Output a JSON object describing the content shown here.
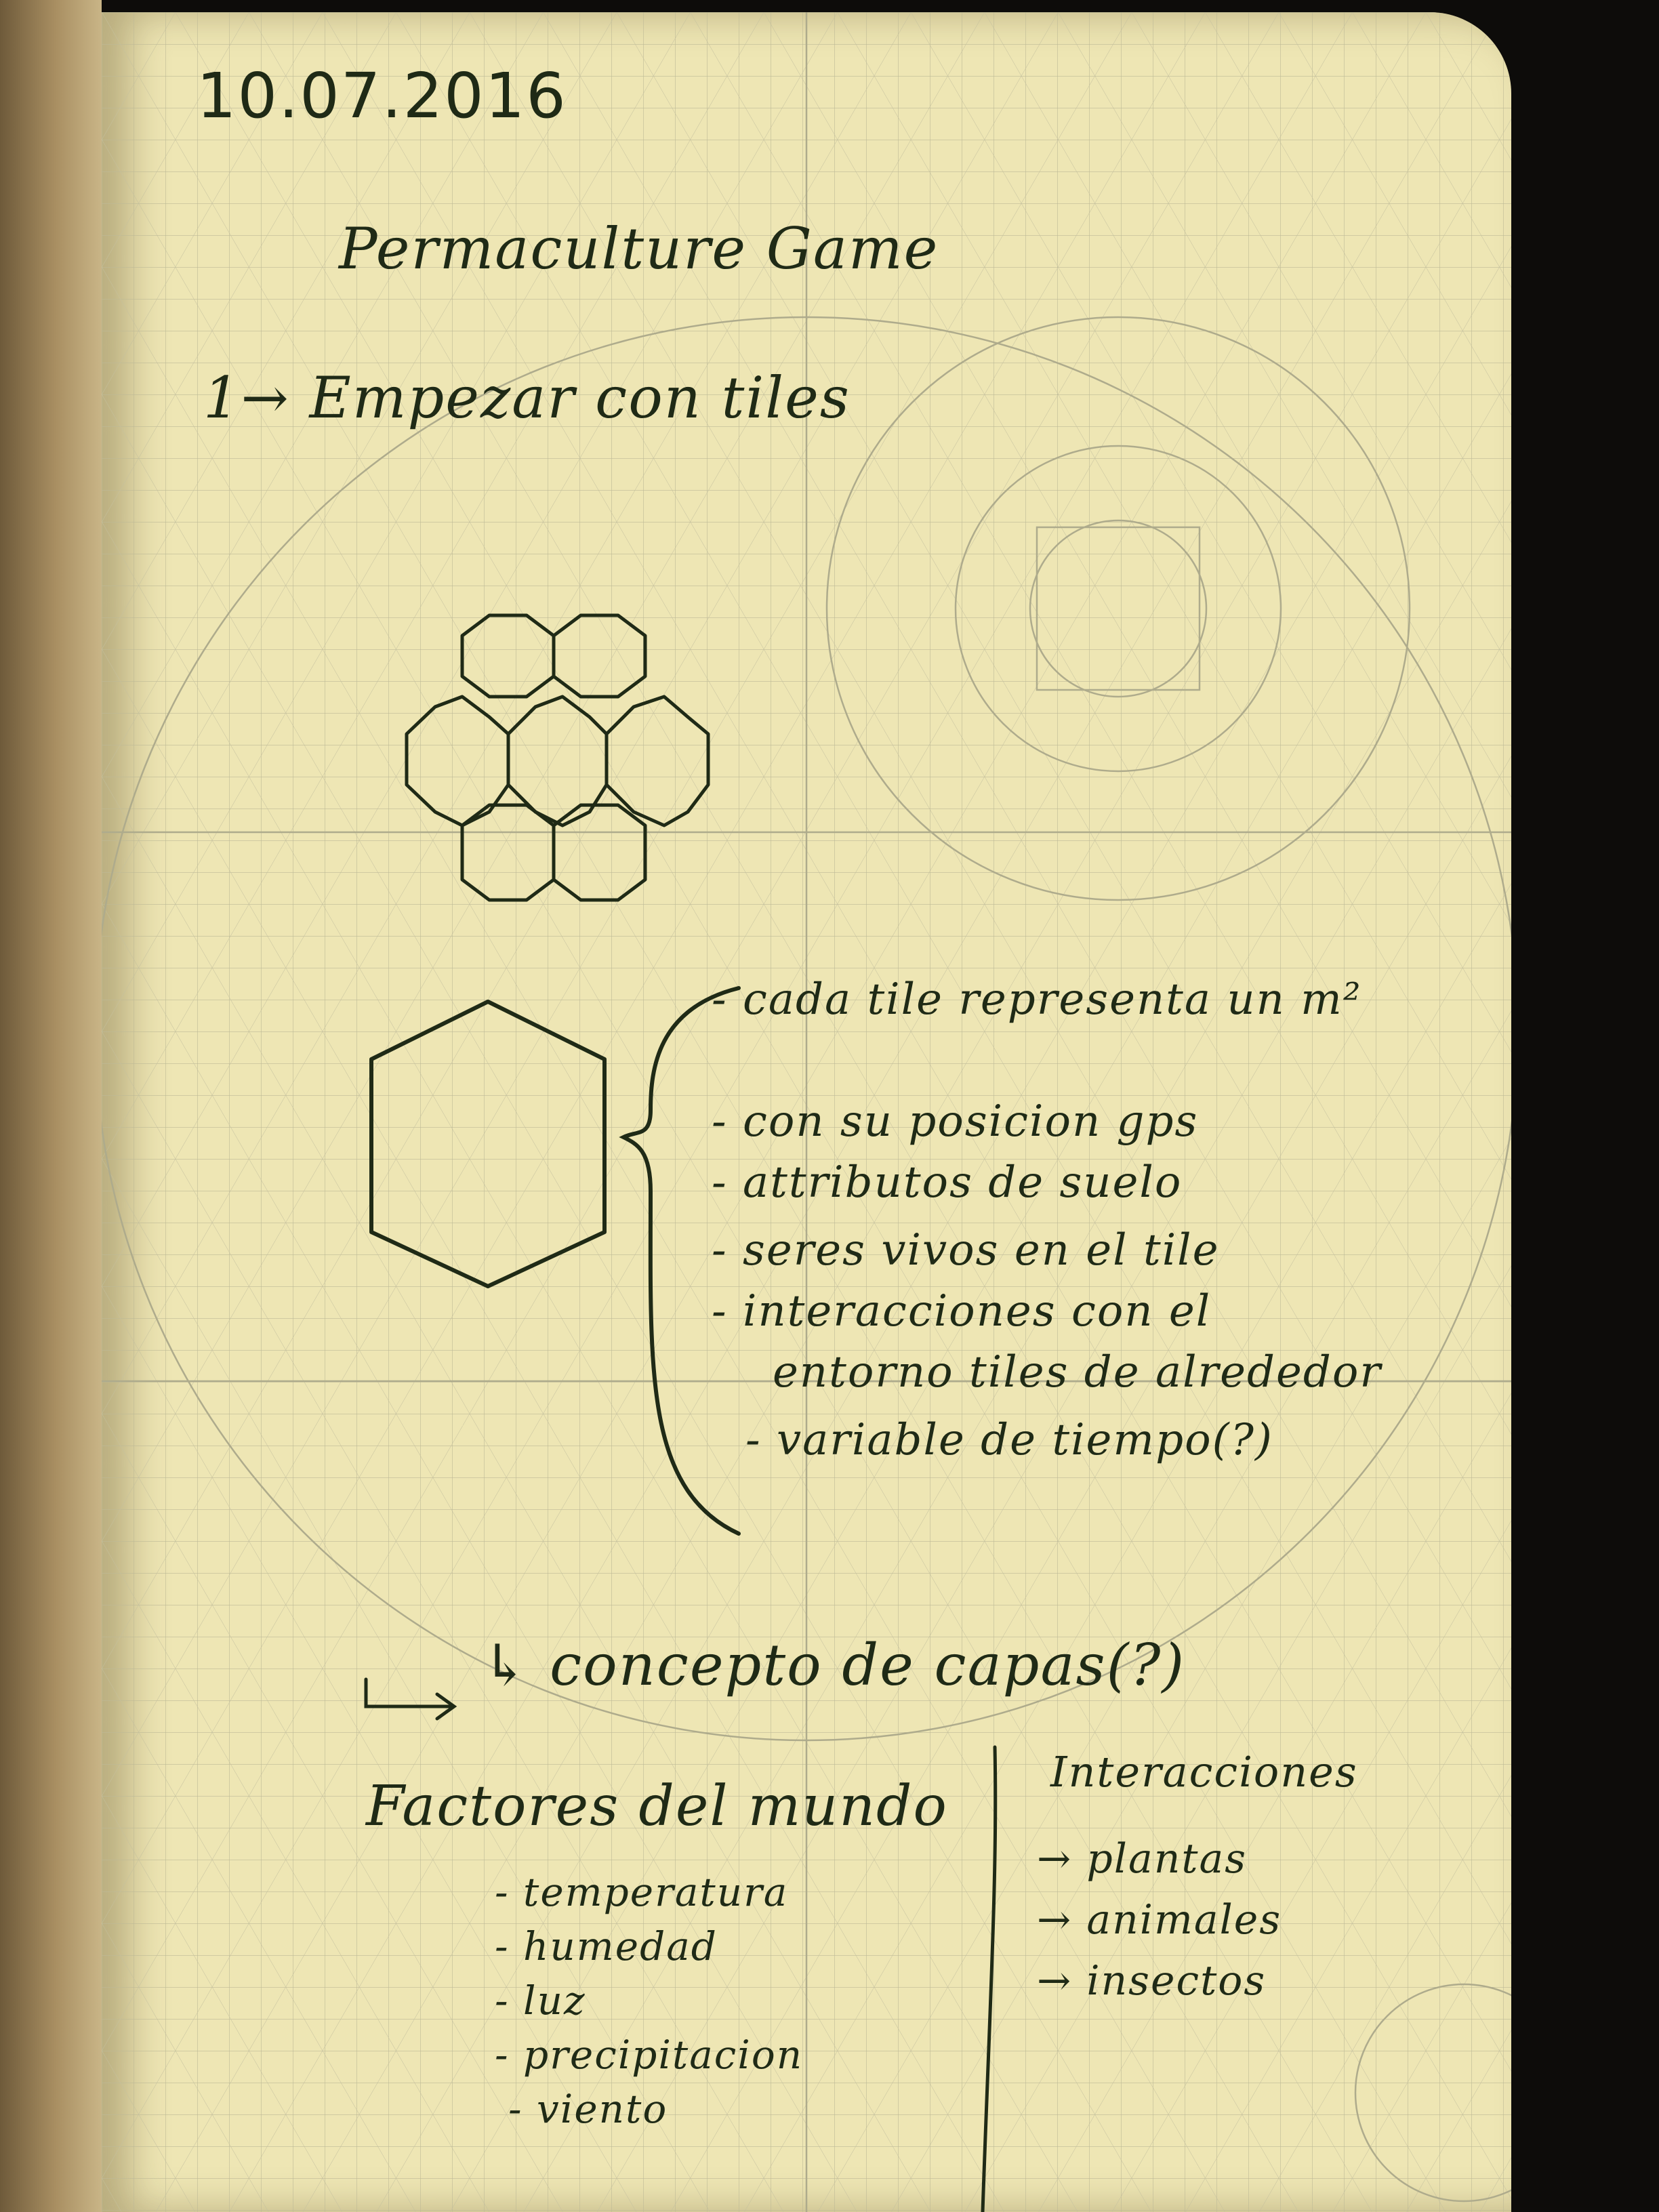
{
  "notebook": {
    "date": "10.07.2016",
    "title": "Permaculture Game",
    "step": "1→ Empezar con tiles",
    "tile_attributes": [
      "- cada tile representa un m²",
      "- con su posicion gps",
      "- attributos de suelo",
      "- seres vivos en el tile",
      "- interacciones con el",
      "entorno tiles de alrededor",
      "- variable de tiempo(?)"
    ],
    "concept": "↳ concepto de capas(?)",
    "factors": {
      "heading": "Factores del mundo",
      "items": [
        "- temperatura",
        "- humedad",
        "- luz",
        "- precipitacion",
        "- viento"
      ]
    },
    "interactions": {
      "heading": "Interacciones",
      "items": [
        "→ plantas",
        "→ animales",
        "→ insectos"
      ]
    }
  },
  "colors": {
    "paper": "#eee6b4",
    "grid": "#b9b693",
    "ink": "#1f2a16"
  }
}
